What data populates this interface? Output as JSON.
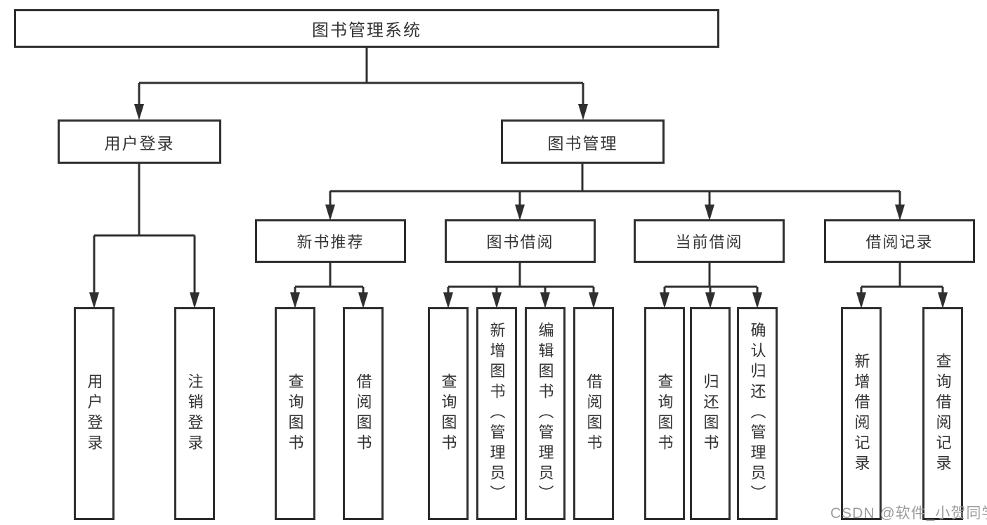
{
  "diagram": {
    "root": {
      "label": "图书管理系统"
    },
    "level1": [
      {
        "label": "用户登录",
        "parent": "图书管理系统"
      },
      {
        "label": "图书管理",
        "parent": "图书管理系统"
      }
    ],
    "level2": [
      {
        "label": "新书推荐",
        "parent": "图书管理"
      },
      {
        "label": "图书借阅",
        "parent": "图书管理"
      },
      {
        "label": "当前借阅",
        "parent": "图书管理"
      },
      {
        "label": "借阅记录",
        "parent": "图书管理"
      }
    ],
    "leaves": [
      {
        "label": "用户登录",
        "parent": "用户登录"
      },
      {
        "label": "注销登录",
        "parent": "用户登录"
      },
      {
        "label": "查询图书",
        "parent": "新书推荐"
      },
      {
        "label": "借阅图书",
        "parent": "新书推荐"
      },
      {
        "label": "查询图书",
        "parent": "图书借阅"
      },
      {
        "label": "新增图书（管理员）",
        "parent": "图书借阅"
      },
      {
        "label": "编辑图书（管理员）",
        "parent": "图书借阅"
      },
      {
        "label": "借阅图书",
        "parent": "图书借阅"
      },
      {
        "label": "查询图书",
        "parent": "当前借阅"
      },
      {
        "label": "归还图书",
        "parent": "当前借阅"
      },
      {
        "label": "确认归还（管理员）",
        "parent": "当前借阅"
      },
      {
        "label": "新增借阅记录",
        "parent": "借阅记录"
      },
      {
        "label": "查询借阅记录",
        "parent": "借阅记录"
      }
    ]
  },
  "watermark": {
    "text": "CSDN @软件_小贺同学"
  },
  "colors": {
    "line": "#2f2f2f",
    "box_border": "#2f2f2f",
    "text": "#333333",
    "watermark": "#9d9d9d",
    "background": "#ffffff"
  }
}
